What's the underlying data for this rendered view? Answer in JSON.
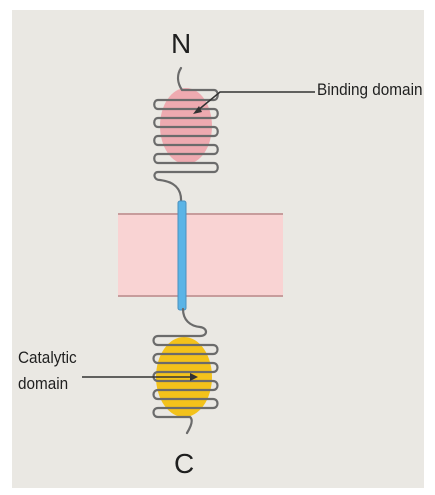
{
  "labels": {
    "n_terminus": "N",
    "c_terminus": "C",
    "binding_domain": "Binding domain",
    "catalytic_domain_line1": "Catalytic",
    "catalytic_domain_line2": "domain"
  },
  "colors": {
    "background": "#eae8e3",
    "outer_border": "#ffffff",
    "membrane_fill": "#f9d3d3",
    "membrane_edge": "#c79c9c",
    "transmembrane_helix": "#5ab4e6",
    "binding_domain": "#ef9aa3",
    "catalytic_domain": "#f3c21b",
    "polypeptide_chain": "#6b6b6b",
    "pointer_line": "#333333"
  }
}
